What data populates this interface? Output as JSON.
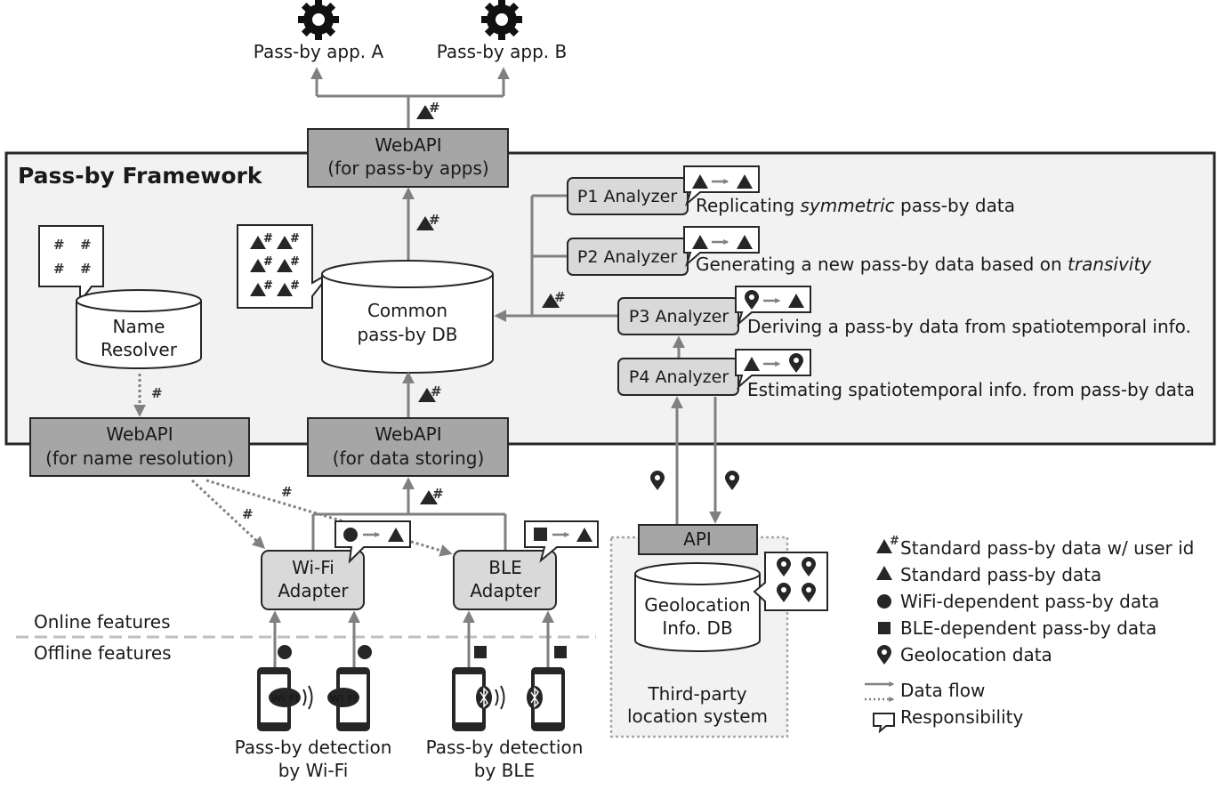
{
  "framework": {
    "title": "Pass-by Framework"
  },
  "apps": {
    "a": "Pass-by app. A",
    "b": "Pass-by app. B"
  },
  "webapi_apps": {
    "line1": "WebAPI",
    "line2": "(for pass-by apps)"
  },
  "webapi_name": {
    "line1": "WebAPI",
    "line2": "(for name resolution)"
  },
  "webapi_store": {
    "line1": "WebAPI",
    "line2": "(for data storing)"
  },
  "name_resolver": {
    "line1": "Name",
    "line2": "Resolver"
  },
  "common_db": {
    "line1": "Common",
    "line2": "pass-by DB"
  },
  "analyzers": {
    "p1": {
      "label": "P1 Analyzer",
      "desc_pre": "Replicating ",
      "desc_em": "symmetric",
      "desc_post": " pass-by data"
    },
    "p2": {
      "label": "P2 Analyzer",
      "desc_pre": "Generating a new pass-by data based on ",
      "desc_em": "transivity",
      "desc_post": ""
    },
    "p3": {
      "label": "P3 Analyzer",
      "desc": "Deriving a pass-by data from spatiotemporal info."
    },
    "p4": {
      "label": "P4 Analyzer",
      "desc": "Estimating spatiotemporal info. from pass-by data"
    }
  },
  "adapters": {
    "wifi": {
      "line1": "Wi-Fi",
      "line2": "Adapter"
    },
    "ble": {
      "line1": "BLE",
      "line2": "Adapter"
    }
  },
  "api": {
    "label": "API"
  },
  "geo_db": {
    "line1": "Geolocation",
    "line2": "Info. DB"
  },
  "third_party": {
    "line1": "Third-party",
    "line2": "location system"
  },
  "features": {
    "online": "Online features",
    "offline": "Offline features"
  },
  "detection": {
    "wifi": {
      "line1": "Pass-by detection",
      "line2": "by Wi-Fi"
    },
    "ble": {
      "line1": "Pass-by detection",
      "line2": "by BLE"
    }
  },
  "phone_labels": {
    "wifi": "Wi Fi"
  },
  "symbols": {
    "hash": "#"
  },
  "legend": {
    "items": [
      {
        "icon": "triangle-hash-icon",
        "label": "Standard pass-by data w/ user id"
      },
      {
        "icon": "triangle-icon",
        "label": "Standard pass-by data"
      },
      {
        "icon": "circle-icon",
        "label": "WiFi-dependent pass-by data"
      },
      {
        "icon": "square-icon",
        "label": "BLE-dependent pass-by data"
      },
      {
        "icon": "geolocation-pin-icon",
        "label": "Geolocation data"
      },
      {
        "icon": "data-flow-arrows-icon",
        "label": "Data flow"
      },
      {
        "icon": "speech-bubble-icon",
        "label": "Responsibility"
      }
    ]
  },
  "colors": {
    "framework_bg": "#f2f2f2",
    "webapi_fill": "#a6a6a6",
    "analyzer_fill": "#d9d9d9",
    "line": "#808080",
    "dark": "#262626"
  }
}
